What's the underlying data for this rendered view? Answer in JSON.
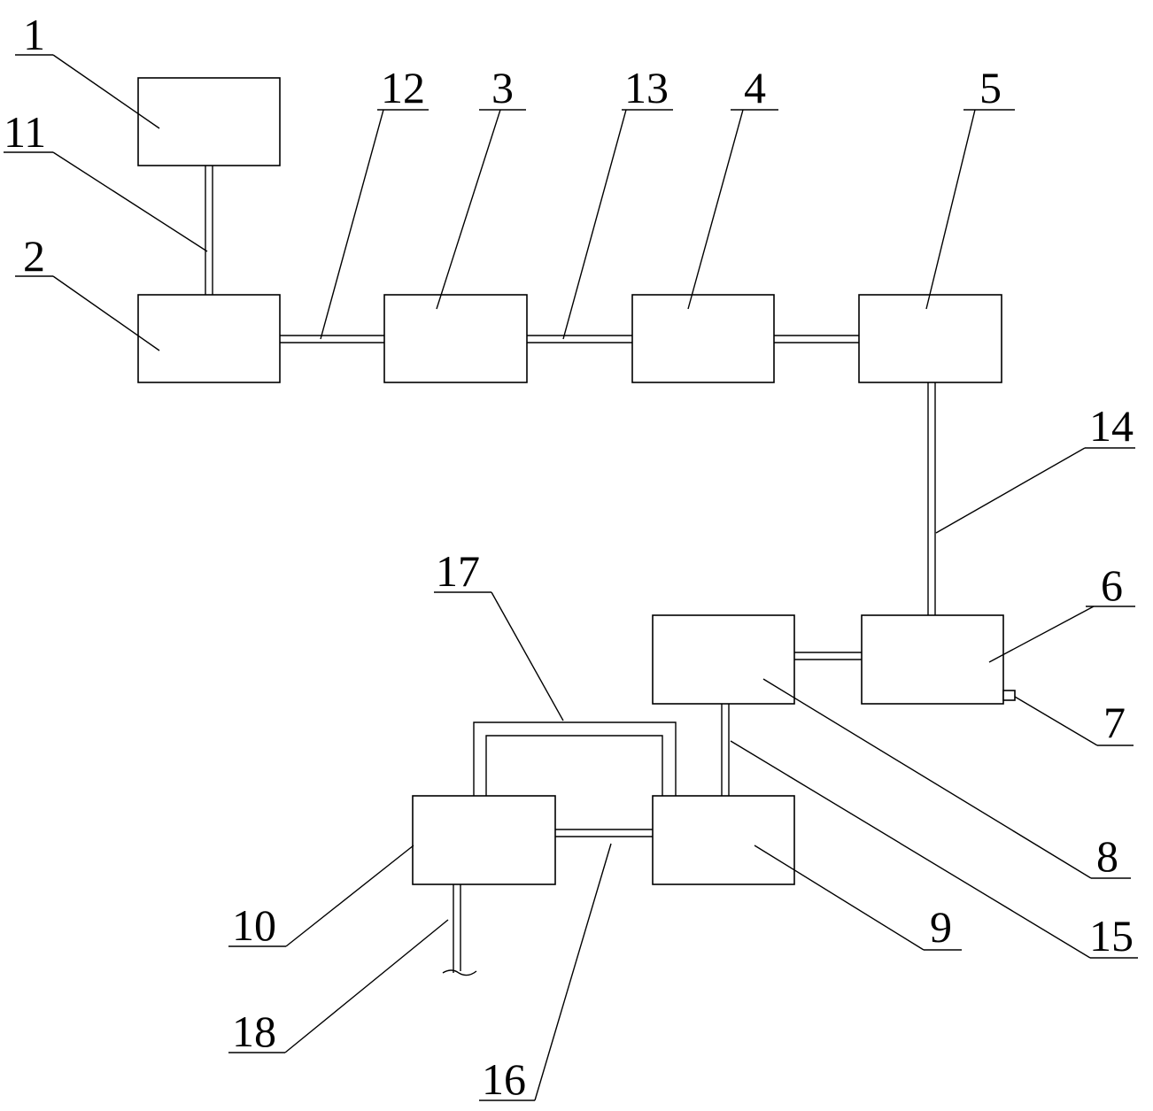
{
  "diagram": {
    "labels": {
      "l1": "1",
      "l2": "2",
      "l3": "3",
      "l4": "4",
      "l5": "5",
      "l6": "6",
      "l7": "7",
      "l8": "8",
      "l9": "9",
      "l10": "10",
      "l11": "11",
      "l12": "12",
      "l13": "13",
      "l14": "14",
      "l15": "15",
      "l16": "16",
      "l17": "17",
      "l18": "18"
    }
  }
}
